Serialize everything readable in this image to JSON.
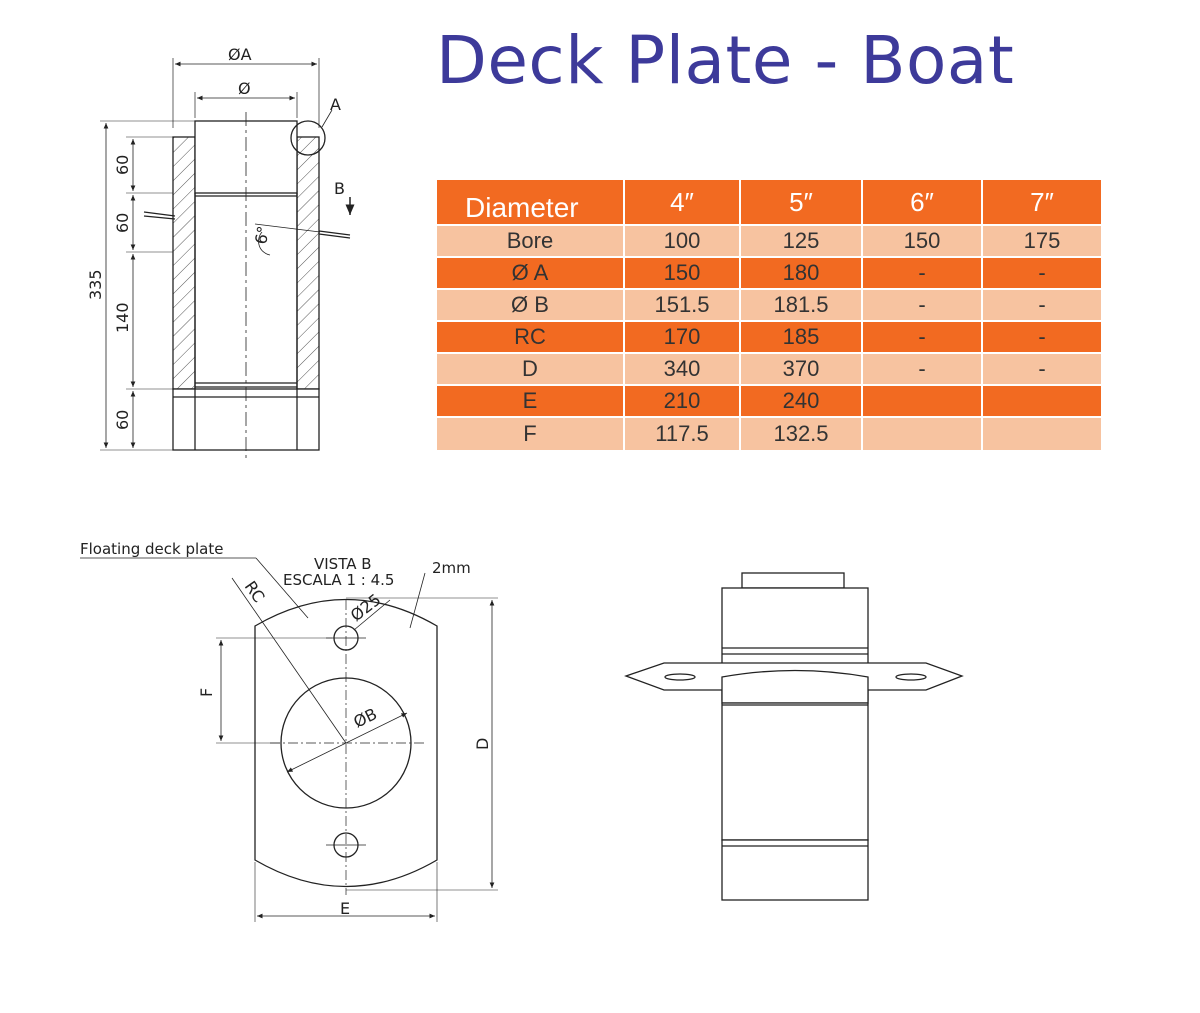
{
  "title": "Deck Plate - Boat",
  "table": {
    "header": [
      "Diameter",
      "4″",
      "5″",
      "6″",
      "7″"
    ],
    "rows": [
      {
        "label": "Bore",
        "values": [
          "100",
          "125",
          "150",
          "175"
        ]
      },
      {
        "label": "Ø A",
        "values": [
          "150",
          "180",
          "-",
          "-"
        ]
      },
      {
        "label": "Ø B",
        "values": [
          "151.5",
          "181.5",
          "-",
          "-"
        ]
      },
      {
        "label": "RC",
        "values": [
          "170",
          "185",
          "-",
          "-"
        ]
      },
      {
        "label": "D",
        "values": [
          "340",
          "370",
          "-",
          "-"
        ]
      },
      {
        "label": "E",
        "values": [
          "210",
          "240",
          "",
          ""
        ]
      },
      {
        "label": "F",
        "values": [
          "117.5",
          "132.5",
          "",
          ""
        ]
      }
    ]
  },
  "section_view": {
    "dim_outer_diameter": "ØA",
    "dim_inner_diameter": "Ø",
    "detail_label": "A",
    "view_label": "B",
    "angle": "6°",
    "dim_total": "335",
    "dim_60_top": "60",
    "dim_60_mid": "60",
    "dim_140": "140",
    "dim_60_bottom": "60"
  },
  "plate_view": {
    "callout": "Floating deck plate",
    "view_name": "VISTA B",
    "scale": "ESCALA 1 : 4.5",
    "thickness": "2mm",
    "dim_rc": "RC",
    "dim_hole": "Ø25",
    "dim_b": "ØB",
    "dim_f": "F",
    "dim_d": "D",
    "dim_e": "E"
  },
  "colors": {
    "title": "#3d3a9a",
    "table_dark": "#f26a21",
    "table_light": "#f7c3a0"
  }
}
